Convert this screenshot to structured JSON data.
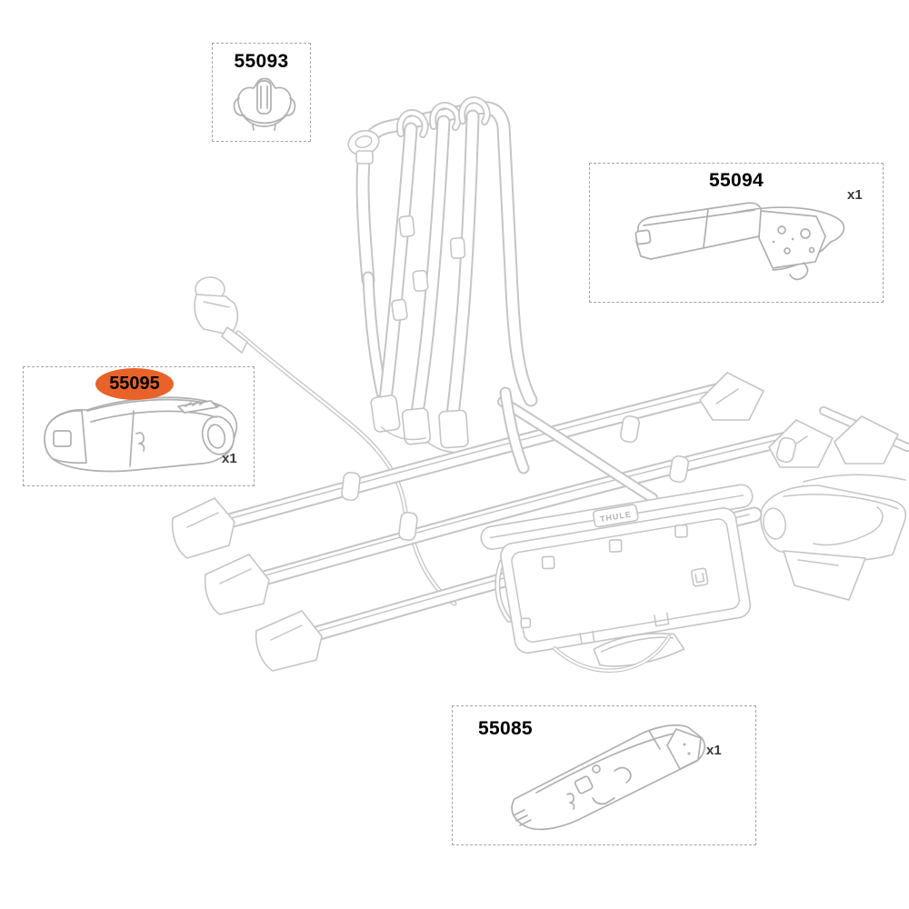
{
  "diagram": {
    "brand_logo_text": "THULE",
    "line_color": "#c5c5c5",
    "part_line_color": "#b0b0b0",
    "highlight_color": "#e8622a",
    "callouts": [
      {
        "part_number": "55093"
      },
      {
        "part_number": "55094",
        "quantity": "x1"
      },
      {
        "part_number": "55095",
        "quantity": "x1",
        "highlighted": true
      },
      {
        "part_number": "55085",
        "quantity": "x1"
      }
    ]
  }
}
